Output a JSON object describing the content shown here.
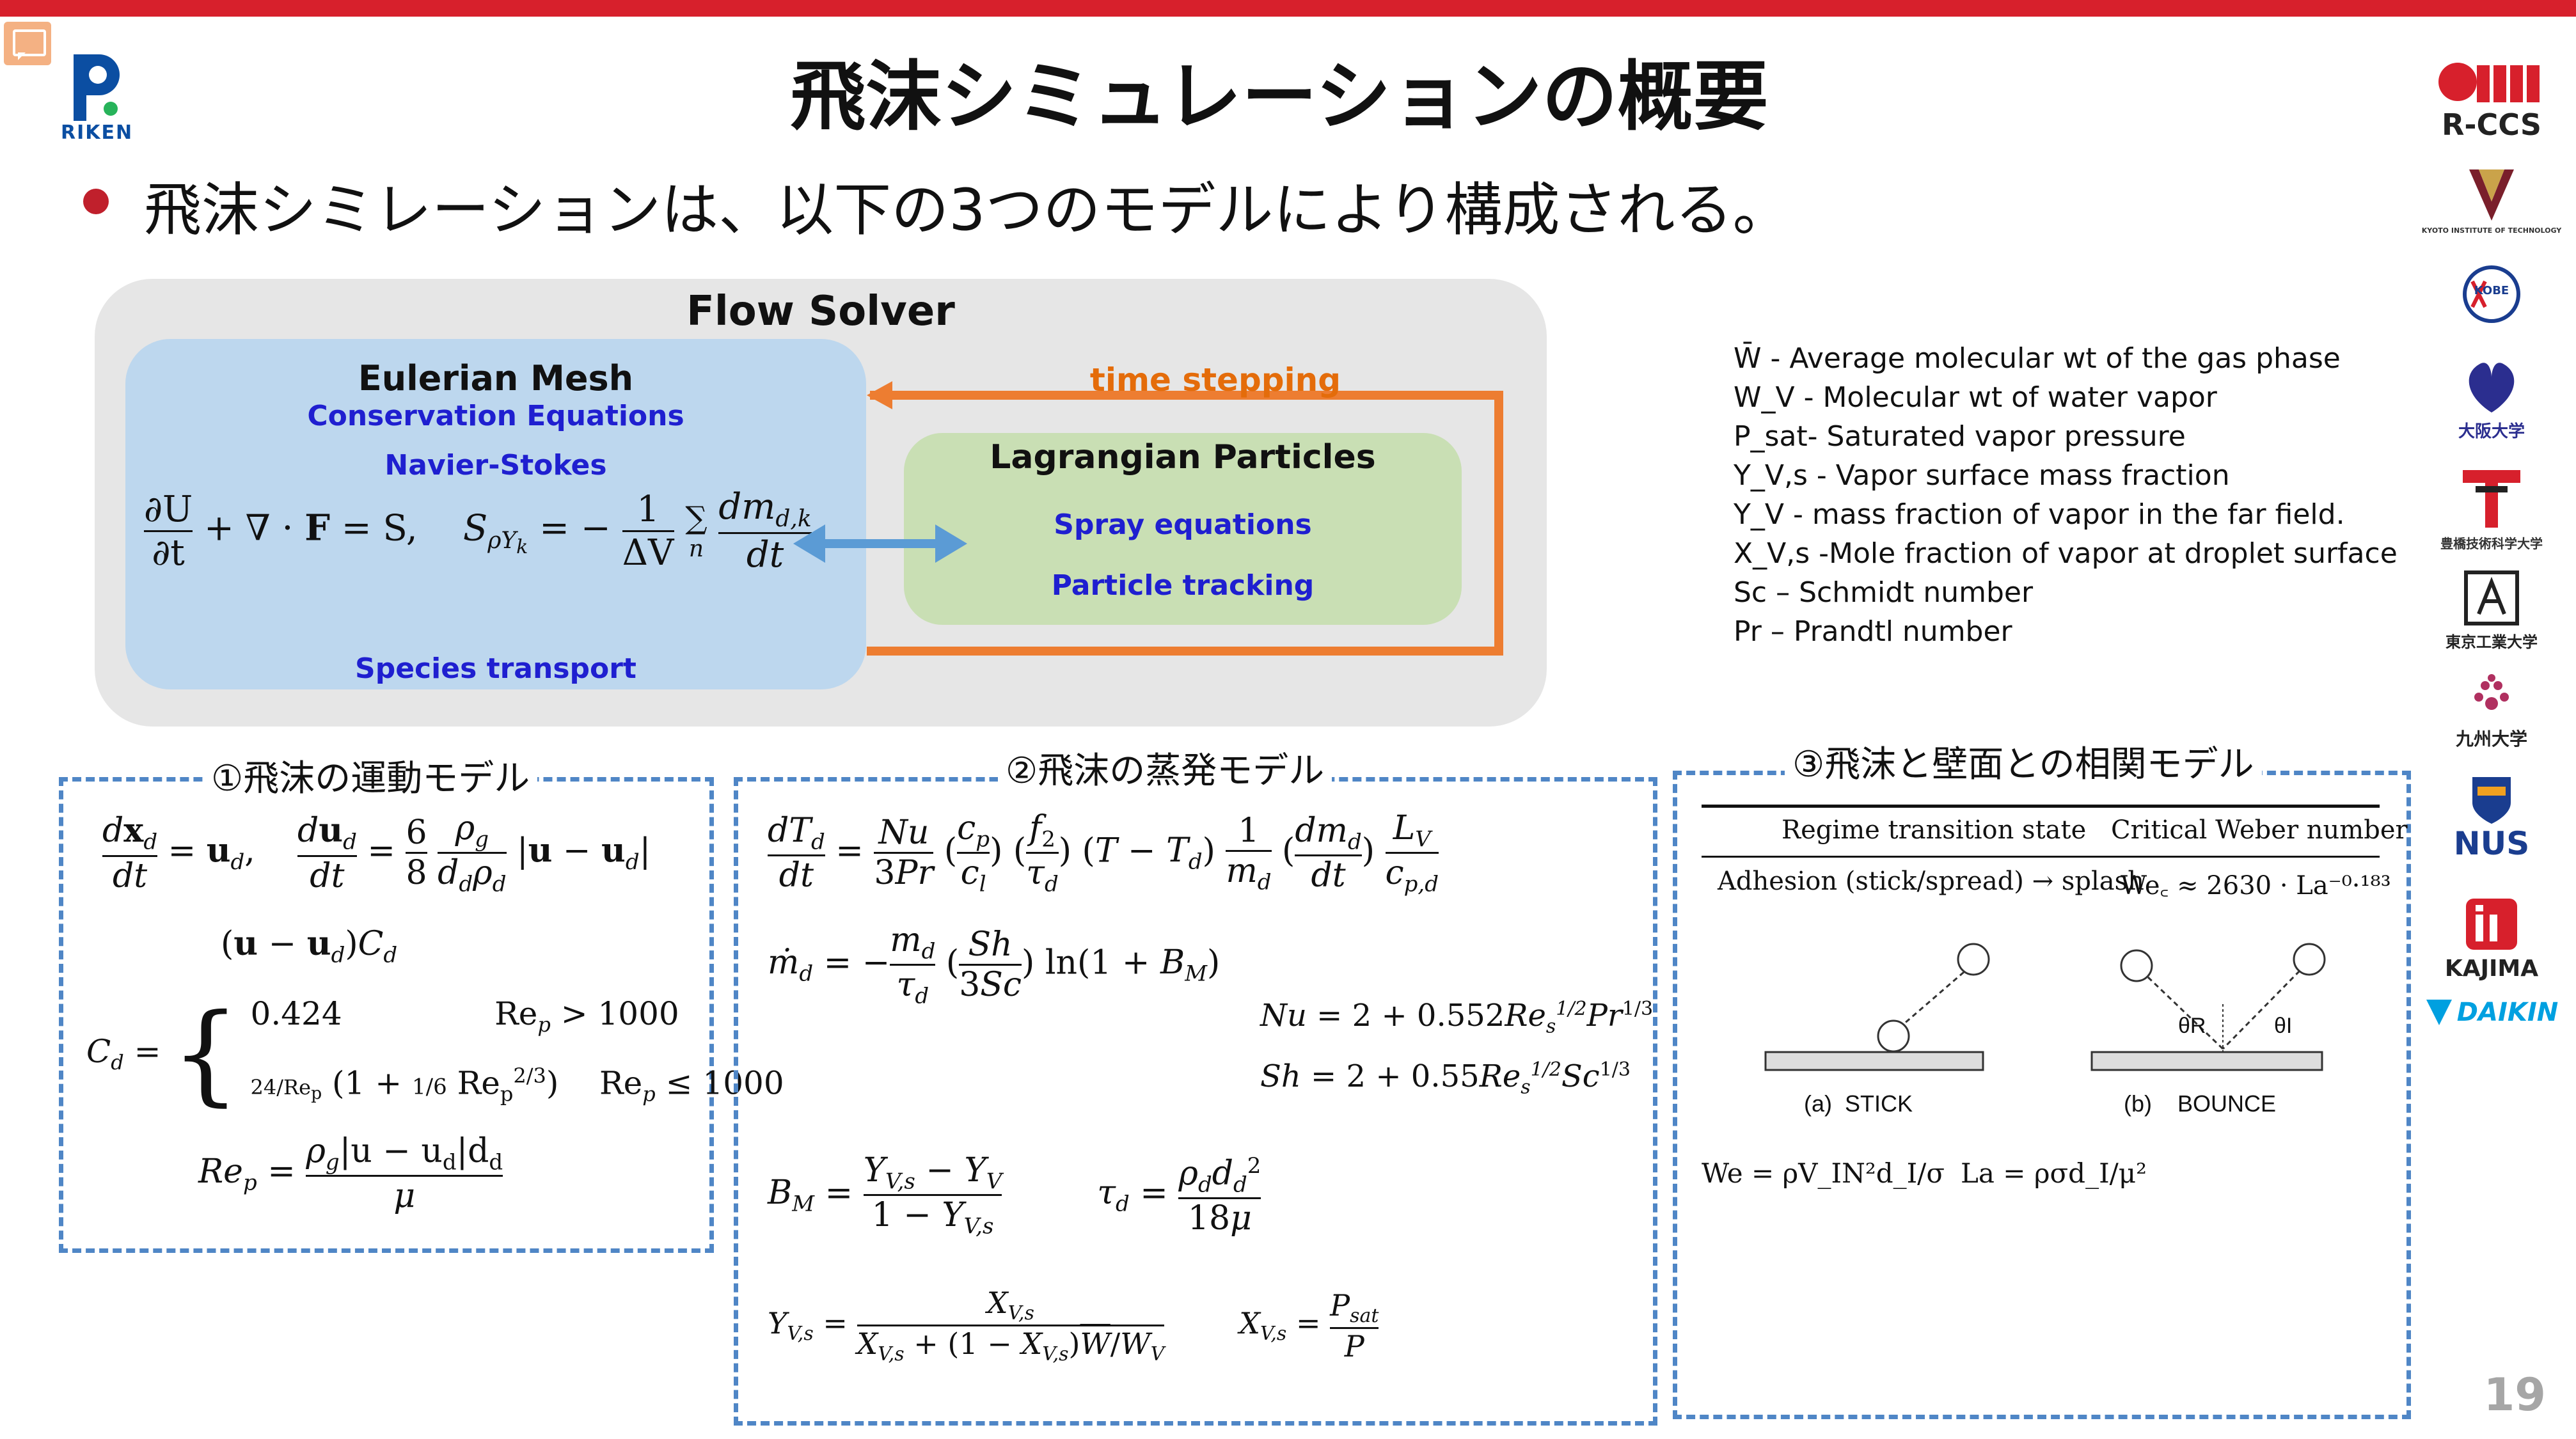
{
  "header": {
    "title": "飛沫シミュレーションの概要",
    "bullet": "飛沫シミレーションは、以下の3つのモデルにより構成される。",
    "riken_label": "RIKEN"
  },
  "logos": {
    "rccs": "R-CCS",
    "kyoto": "KYOTO INSTITUTE OF TECHNOLOGY",
    "kobe": "KOBE",
    "osaka": "大阪大学",
    "toyohashi": "豊橋技術科学大学",
    "tokyotech": "東京工業大学",
    "kyushu": "九州大学",
    "nus": "NUS",
    "kajima": "KAJIMA",
    "daikin": "DAIKIN"
  },
  "flow": {
    "title": "Flow Solver",
    "euler_title": "Eulerian Mesh",
    "conservation": "Conservation Equations",
    "navier": "Navier-Stokes",
    "species": "Species transport",
    "time_stepping": "time stepping",
    "lag_title": "Lagrangian Particles",
    "spray": "Spray equations",
    "tracking": "Particle tracking"
  },
  "definitions": [
    "W̄ - Average molecular wt of the gas phase",
    "W_V - Molecular wt of water vapor",
    "P_sat- Saturated vapor pressure",
    "Y_V,s - Vapor surface mass fraction",
    "Y_V - mass fraction of vapor in the far field.",
    "X_V,s -Mole fraction of vapor at droplet surface",
    "Sc – Schmidt number",
    "Pr – Prandtl number"
  ],
  "panels": {
    "motion_title": "①飛沫の運動モデル",
    "evap_title": "②飛沫の蒸発モデル",
    "wall_title": "③飛沫と壁面との相関モデル"
  },
  "wall": {
    "col1": "Regime transition state",
    "col2": "Critical Weber number",
    "row1": "Adhesion (stick/spread) → splash",
    "row2": "We꜀ ≈ 2630 · La⁻⁰·¹⁸³",
    "stick": "(a)  STICK",
    "bounce": "(b)    BOUNCE",
    "theta_r": "θR",
    "theta_i": "θI",
    "we": "We = ρV_IN²d_I/σ",
    "la": "La = ρσd_I/μ²"
  },
  "page_number": "19",
  "colors": {
    "topbar": "#d7202c",
    "accent_blue": "#1f1fd0",
    "orange": "#e46c0a",
    "dash_blue": "#4f86c6"
  }
}
